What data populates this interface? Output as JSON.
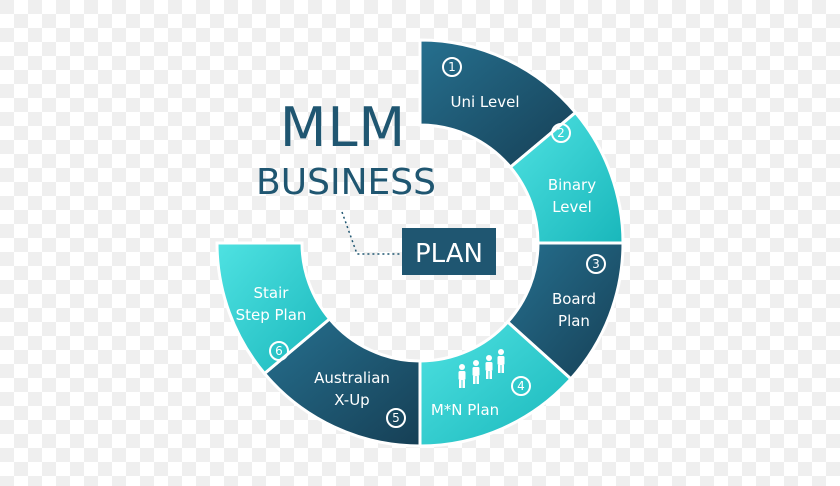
{
  "colors": {
    "dark": "#1f5671",
    "teal": "#29d1d3",
    "checker_light": "#ffffff",
    "checker_dark": "#eeeeee"
  },
  "title": {
    "line1": "MLM",
    "line2": "BUSINESS",
    "box": "PLAN"
  },
  "segments": [
    {
      "number": "1",
      "lines": [
        "Uni Level"
      ],
      "color": "dark"
    },
    {
      "number": "2",
      "lines": [
        "Binary",
        "Level"
      ],
      "color": "teal"
    },
    {
      "number": "3",
      "lines": [
        "Board",
        "Plan"
      ],
      "color": "dark"
    },
    {
      "number": "4",
      "lines": [
        "M*N Plan"
      ],
      "color": "teal",
      "icon": "people-icon"
    },
    {
      "number": "5",
      "lines": [
        "Australian",
        "X-Up"
      ],
      "color": "dark"
    },
    {
      "number": "6",
      "lines": [
        "Stair",
        "Step Plan"
      ],
      "color": "teal"
    }
  ]
}
